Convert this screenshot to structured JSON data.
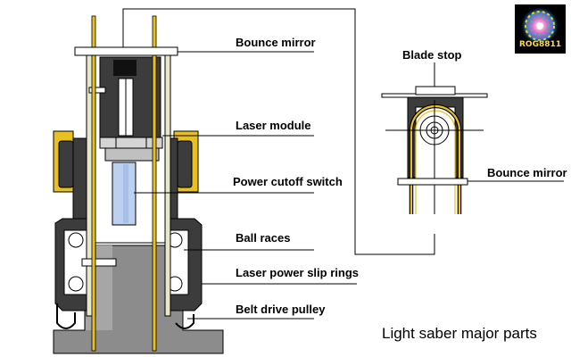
{
  "title": "Light saber major parts",
  "labels": {
    "bounce_mirror": "Bounce mirror",
    "laser_module": "Laser module",
    "power_cutoff_switch": "Power cutoff switch",
    "ball_races": "Ball races",
    "laser_power_slip_rings": "Laser power slip rings",
    "belt_drive_pulley": "Belt drive pulley",
    "blade_stop": "Blade stop",
    "bounce_mirror_detail": "Bounce mirror"
  },
  "logo": {
    "text": "ROG8811",
    "icon": "color-wheel-logo-icon"
  },
  "colors": {
    "gold": "#e8c021",
    "dark_gray": "#3c3c3c",
    "mid_gray": "#8c8c8c",
    "light_gray": "#c0c0c0",
    "cream": "#e8e8c8",
    "blue": "#bcd0f0",
    "line": "#000000"
  }
}
